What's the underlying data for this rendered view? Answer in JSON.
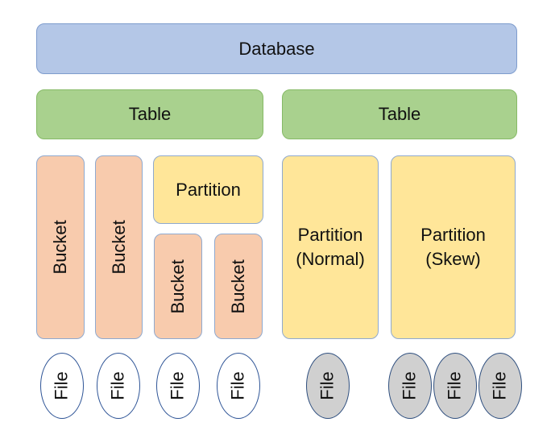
{
  "database": {
    "label": "Database"
  },
  "tables": [
    {
      "label": "Table"
    },
    {
      "label": "Table"
    }
  ],
  "buckets": [
    {
      "label": "Bucket"
    },
    {
      "label": "Bucket"
    },
    {
      "label": "Bucket"
    },
    {
      "label": "Bucket"
    }
  ],
  "partitions": [
    {
      "label": "Partition"
    },
    {
      "line1": "Partition",
      "line2": "(Normal)"
    },
    {
      "line1": "Partition",
      "line2": "(Skew)"
    }
  ],
  "files": [
    {
      "label": "File",
      "style": "white"
    },
    {
      "label": "File",
      "style": "white"
    },
    {
      "label": "File",
      "style": "white"
    },
    {
      "label": "File",
      "style": "white"
    },
    {
      "label": "File",
      "style": "grey"
    },
    {
      "label": "File",
      "style": "grey"
    },
    {
      "label": "File",
      "style": "grey"
    },
    {
      "label": "File",
      "style": "grey"
    }
  ],
  "colors": {
    "database": "#b4c7e7",
    "table": "#a9d18e",
    "bucket": "#f8cbad",
    "partition": "#ffe699",
    "file_normal": "#ffffff",
    "file_skew": "#d0d0d0"
  }
}
